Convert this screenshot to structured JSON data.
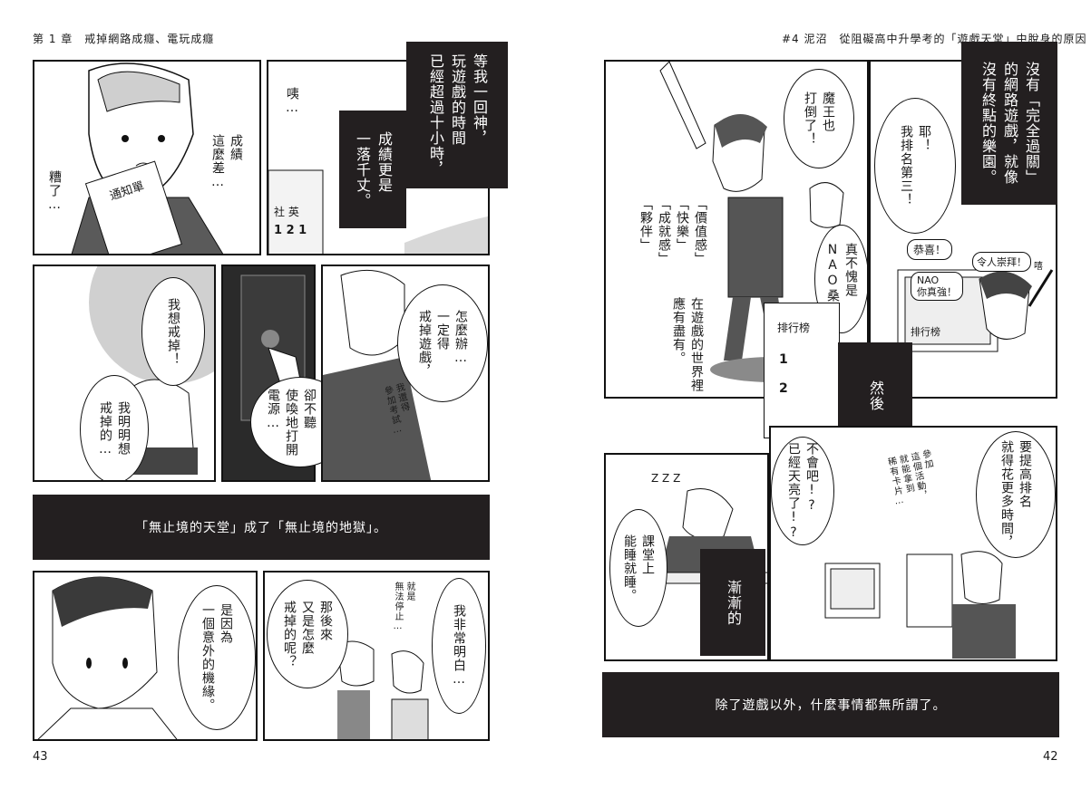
{
  "left_page": {
    "header": "第 1 章　戒掉網路成癮、電玩成癮",
    "page_number": "43",
    "captions": {
      "time_passed": "等我一回神，\n玩遊戲的時間\n已經超過十小時，",
      "grades_dropped": "成績更是\n一落千丈。",
      "band": "「無止境的天堂」成了「無止境的地獄」。"
    },
    "dialogue": {
      "eh": "咦…",
      "grades_bad": "成績\n這麼差…",
      "oh_no": "糟了…",
      "report_card": "通知單",
      "grade_table_header": "社  英",
      "grade_table_values": "1  2  1",
      "what_to_do": "怎麼辦…\n一定得\n戒掉遊戲，",
      "want_quit": "我想戒掉！",
      "clearly_want": "我明明想\n戒掉的…",
      "hand_turns_on": "但我的手\n卻不聽\n使喚地打開\n電源…",
      "exam_sfx": "我還得\n參加考試…",
      "unexpected": "是因為\n一個意外的機緣。",
      "how_quit": "那後來\n又是怎麼\n戒掉的呢？",
      "i_understand": "我非常明白…",
      "cannot_stop_sfx": "就是\n無法停止…"
    }
  },
  "right_page": {
    "header": "#4 泥沼　從阻礙高中升學考的「遊戲天堂」中脫身的原因",
    "page_number": "42",
    "captions": {
      "no_complete": "沒有「完全過關」\n的網路遊戲，就像\n沒有終點的樂園。",
      "then": "然後",
      "gradually": "漸漸的",
      "band": "除了遊戲以外，什麼事情都無所謂了。"
    },
    "dialogue": {
      "boss_beaten": "魔王也\n打倒了！",
      "rank_three": "耶！\n我排名第三！",
      "values": "「價值感」\n「快樂」\n「成就感」\n「夥伴」",
      "world_has": "在遊戲的世界裡\n應有盡有。",
      "nao_san": "真不愧是\nNAO桑！",
      "congrats": "恭喜！",
      "admire": "令人崇拜！",
      "nao_strong": "NAO\n你真強！",
      "sfx_cheer": "嘻",
      "ranking_board": "排行榜",
      "ranking_screen": "排行榜",
      "rank1": "1",
      "rank2": "2",
      "high_rank": "要提高排名\n就得花更多時間，",
      "event_sfx": "參加\n這個活動，\n就能拿到\n稀有卡片…",
      "dawn": "不會吧!?\n已經天亮了!?",
      "sleep_class": "課堂上\n能睡就睡。",
      "zzz": "Z Z Z"
    }
  }
}
